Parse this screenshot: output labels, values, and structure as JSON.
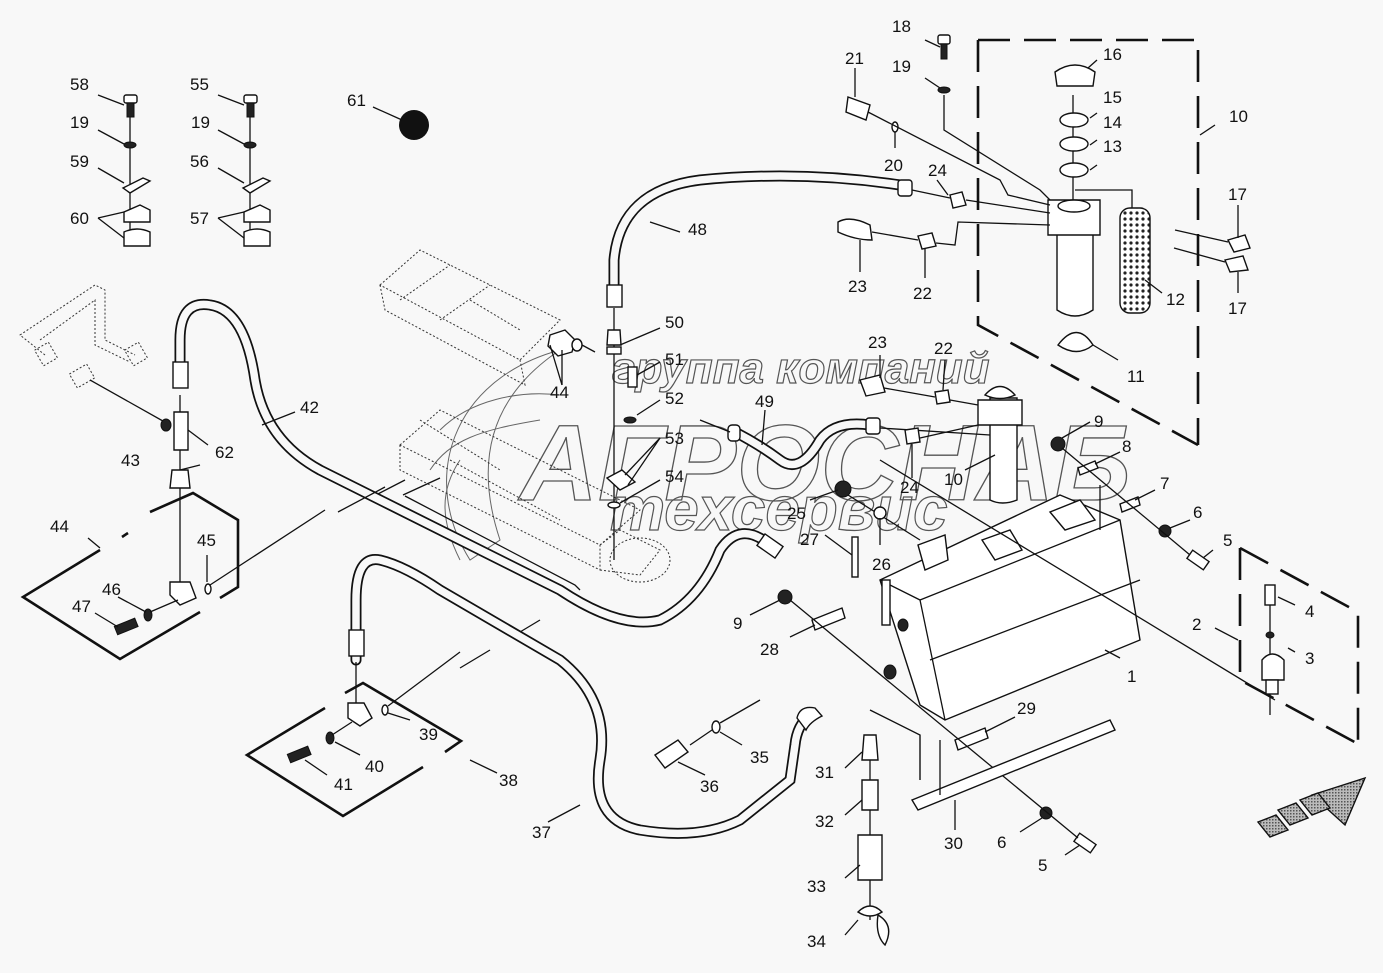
{
  "diagram": {
    "type": "exploded parts diagram",
    "subject": "hydraulic tank, filter assembly and hose lines",
    "watermark": {
      "line1": "группа компаний",
      "line2": "АГРОСНАБ",
      "line3": "техсервис"
    },
    "callouts": [
      {
        "id": "c1",
        "label": "1"
      },
      {
        "id": "c2",
        "label": "2"
      },
      {
        "id": "c3",
        "label": "3"
      },
      {
        "id": "c4",
        "label": "4"
      },
      {
        "id": "c5a",
        "label": "5"
      },
      {
        "id": "c5b",
        "label": "5"
      },
      {
        "id": "c6a",
        "label": "6"
      },
      {
        "id": "c6b",
        "label": "6"
      },
      {
        "id": "c7",
        "label": "7"
      },
      {
        "id": "c8",
        "label": "8"
      },
      {
        "id": "c9a",
        "label": "9"
      },
      {
        "id": "c9b",
        "label": "9"
      },
      {
        "id": "c10a",
        "label": "10"
      },
      {
        "id": "c10b",
        "label": "10"
      },
      {
        "id": "c11",
        "label": "11"
      },
      {
        "id": "c12",
        "label": "12"
      },
      {
        "id": "c13",
        "label": "13"
      },
      {
        "id": "c14",
        "label": "14"
      },
      {
        "id": "c15",
        "label": "15"
      },
      {
        "id": "c16",
        "label": "16"
      },
      {
        "id": "c17a",
        "label": "17"
      },
      {
        "id": "c17b",
        "label": "17"
      },
      {
        "id": "c18",
        "label": "18"
      },
      {
        "id": "c19a",
        "label": "19"
      },
      {
        "id": "c19b",
        "label": "19"
      },
      {
        "id": "c19c",
        "label": "19"
      },
      {
        "id": "c20",
        "label": "20"
      },
      {
        "id": "c21",
        "label": "21"
      },
      {
        "id": "c22a",
        "label": "22"
      },
      {
        "id": "c22b",
        "label": "22"
      },
      {
        "id": "c23a",
        "label": "23"
      },
      {
        "id": "c23b",
        "label": "23"
      },
      {
        "id": "c24a",
        "label": "24"
      },
      {
        "id": "c24b",
        "label": "24"
      },
      {
        "id": "c25",
        "label": "25"
      },
      {
        "id": "c26",
        "label": "26"
      },
      {
        "id": "c27",
        "label": "27"
      },
      {
        "id": "c28",
        "label": "28"
      },
      {
        "id": "c29",
        "label": "29"
      },
      {
        "id": "c30",
        "label": "30"
      },
      {
        "id": "c31",
        "label": "31"
      },
      {
        "id": "c32",
        "label": "32"
      },
      {
        "id": "c33",
        "label": "33"
      },
      {
        "id": "c34",
        "label": "34"
      },
      {
        "id": "c35",
        "label": "35"
      },
      {
        "id": "c36",
        "label": "36"
      },
      {
        "id": "c37",
        "label": "37"
      },
      {
        "id": "c38",
        "label": "38"
      },
      {
        "id": "c39",
        "label": "39"
      },
      {
        "id": "c40",
        "label": "40"
      },
      {
        "id": "c41",
        "label": "41"
      },
      {
        "id": "c42",
        "label": "42"
      },
      {
        "id": "c43",
        "label": "43"
      },
      {
        "id": "c44a",
        "label": "44"
      },
      {
        "id": "c44b",
        "label": "44"
      },
      {
        "id": "c45",
        "label": "45"
      },
      {
        "id": "c46",
        "label": "46"
      },
      {
        "id": "c47",
        "label": "47"
      },
      {
        "id": "c48",
        "label": "48"
      },
      {
        "id": "c49",
        "label": "49"
      },
      {
        "id": "c50",
        "label": "50"
      },
      {
        "id": "c51",
        "label": "51"
      },
      {
        "id": "c52",
        "label": "52"
      },
      {
        "id": "c53",
        "label": "53"
      },
      {
        "id": "c54",
        "label": "54"
      },
      {
        "id": "c55",
        "label": "55"
      },
      {
        "id": "c56",
        "label": "56"
      },
      {
        "id": "c57",
        "label": "57"
      },
      {
        "id": "c58",
        "label": "58"
      },
      {
        "id": "c59",
        "label": "59"
      },
      {
        "id": "c60",
        "label": "60"
      },
      {
        "id": "c61",
        "label": "61"
      },
      {
        "id": "c62",
        "label": "62"
      }
    ]
  }
}
